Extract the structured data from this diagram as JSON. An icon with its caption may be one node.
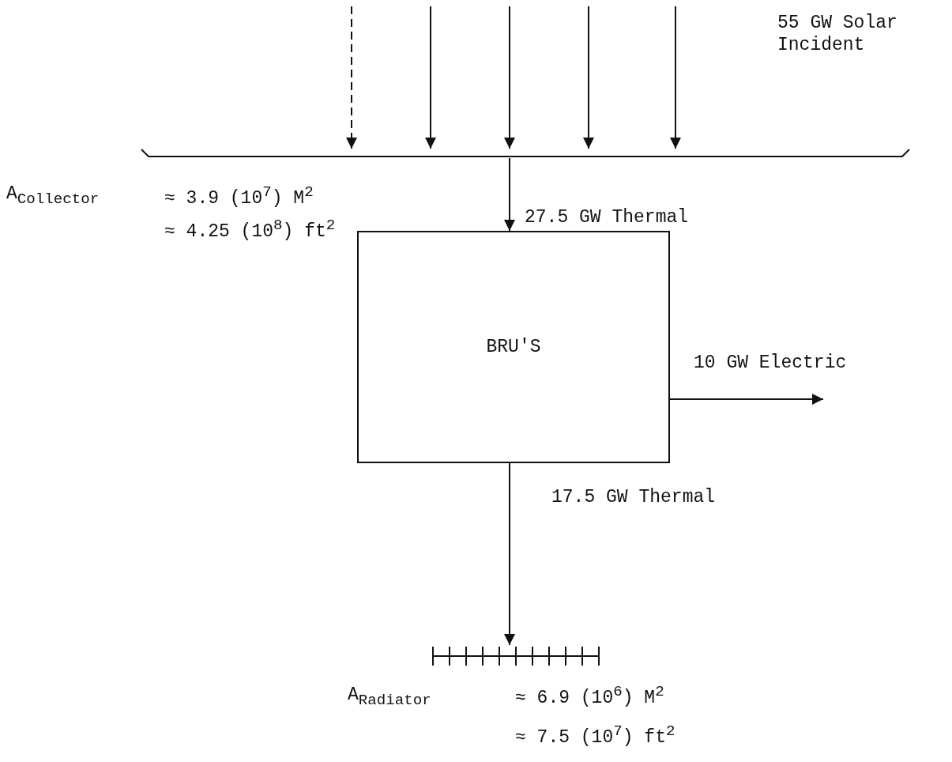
{
  "diagram": {
    "nodes": [
      {
        "text": [],
        "shape": "bar",
        "beside": [
          "A$_{Collector}$",
          "≈ 3.9 (10$^{7}$) M$^{2}$",
          "≈ 4.25 (10$^{8}$) ft$^{2}$"
        ]
      },
      {
        "text": [
          "BRU'S"
        ]
      },
      {
        "text": [],
        "shape": "bar",
        "beside": [
          "A$_{Radiator}$",
          "≈ 6.9 (10$^{6}$) M$^{2}$",
          "≈ 7.5 (10$^{7}$) ft$^{2}$"
        ]
      }
    ],
    "edges": [
      {
        "from": null,
        "to": 0,
        "arrow": "to",
        "style": "dashed"
      },
      {
        "from": null,
        "to": 0,
        "arrow": "to"
      },
      {
        "from": null,
        "to": 0,
        "arrow": "to"
      },
      {
        "from": null,
        "to": 0,
        "arrow": "to"
      },
      {
        "from": null,
        "to": 0,
        "arrow": "to"
      },
      {
        "from": 0,
        "to": 1,
        "arrow": "to",
        "label": "27.5 GW Thermal"
      },
      {
        "from": 1,
        "to": null,
        "arrow": "to",
        "label": "10 GW Electric"
      },
      {
        "from": 1,
        "to": 2,
        "arrow": "to",
        "label": "17.5 GW Thermal"
      }
    ],
    "labels": [
      "55 GW Solar Incident"
    ]
  }
}
